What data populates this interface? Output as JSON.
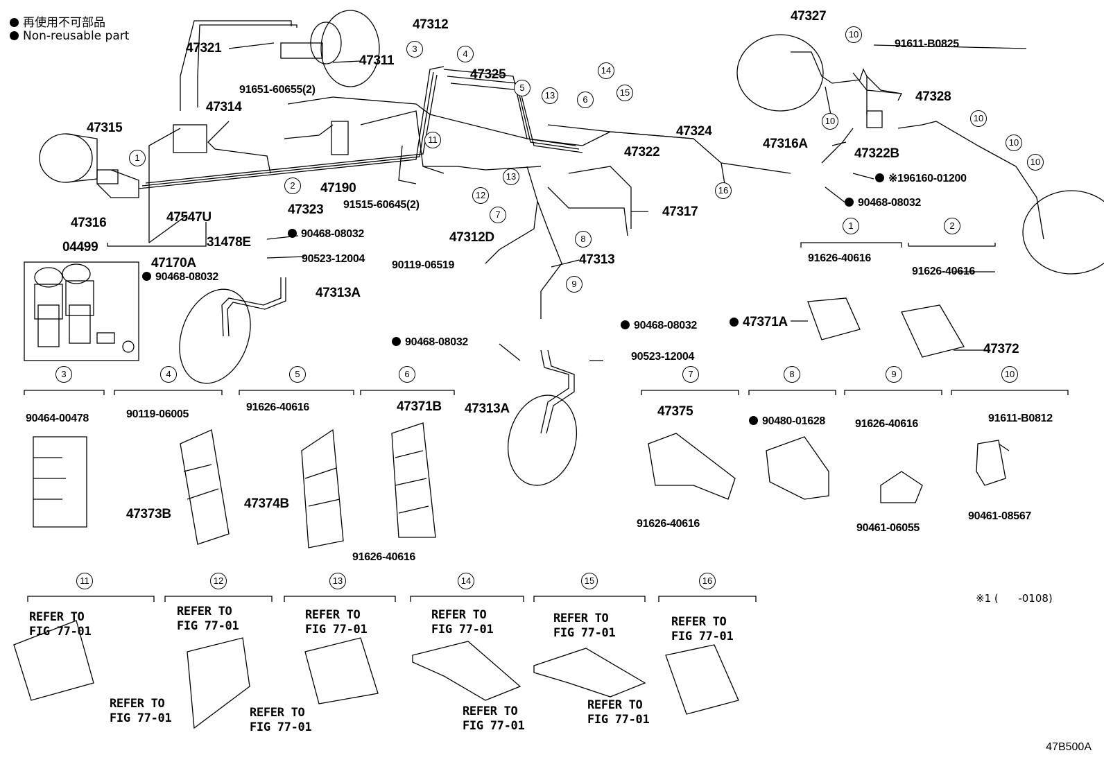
{
  "legend": [
    {
      "text": "再使用不可部品"
    },
    {
      "text": "Non-reusable part"
    }
  ],
  "diagram_code": "47B500A",
  "footnote": "※1 (      -0108)",
  "part_labels": {
    "p47321": "47321",
    "p47311": "47311",
    "p47312": "47312",
    "p47325": "47325",
    "p91651": "91651-60655(2)",
    "p47314": "47314",
    "p47315": "47315",
    "p47316": "47316",
    "p47547U": "47547U",
    "p31478E": "31478E",
    "p47170A": "47170A",
    "p04499": "04499",
    "p47323": "47323",
    "p47190": "47190",
    "p91515": "91515-60645(2)",
    "p90468a": "90468-08032",
    "p90523a": "90523-12004",
    "p90468b": "90468-08032",
    "p47313A1": "47313A",
    "p47312D": "47312D",
    "p90119a": "90119-06519",
    "p47313": "47313",
    "p47317": "47317",
    "p47322": "47322",
    "p47324": "47324",
    "p47327": "47327",
    "p91611a": "91611-B0825",
    "p47328": "47328",
    "p47316A": "47316A",
    "p47322B": "47322B",
    "p96160": "※196160-01200",
    "p90468c": "90468-08032",
    "p90468d": "90468-08032",
    "p90523b": "90523-12004",
    "p90468e": "90468-08032",
    "p47313A2": "47313A"
  },
  "details": {
    "d1_part": "91626-40616",
    "d1_clamp": "47371A",
    "d2_part": "91626-40616",
    "d2_clamp": "47372",
    "d3_part": "90464-00478",
    "d4_part": "90119-06005",
    "d4_clamp": "47373B",
    "d5_part": "91626-40616",
    "d5_clamp": "47374B",
    "d6_clamp": "47371B",
    "d6_part": "91626-40616",
    "d7_clamp": "47375",
    "d7_part": "91626-40616",
    "d8_part": "90480-01628",
    "d9_part": "91626-40616",
    "d9_part2": "90461-06055",
    "d10_part": "91611-B0812",
    "d10_part2": "90461-08567"
  },
  "refer": {
    "r11a": "REFER TO\nFIG 77-01",
    "r11b": "REFER TO\nFIG 77-01",
    "r12a": "REFER TO\nFIG 77-01",
    "r12b": "REFER TO\nFIG 77-01",
    "r13a": "REFER TO\nFIG 77-01",
    "r14a": "REFER TO\nFIG 77-01",
    "r14b": "REFER TO\nFIG 77-01",
    "r15a": "REFER TO\nFIG 77-01",
    "r15b": "REFER TO\nFIG 77-01",
    "r16a": "REFER TO\nFIG 77-01"
  },
  "callouts": [
    "1",
    "2",
    "3",
    "4",
    "5",
    "6",
    "7",
    "8",
    "9",
    "10",
    "11",
    "12",
    "13",
    "14",
    "15",
    "16"
  ]
}
